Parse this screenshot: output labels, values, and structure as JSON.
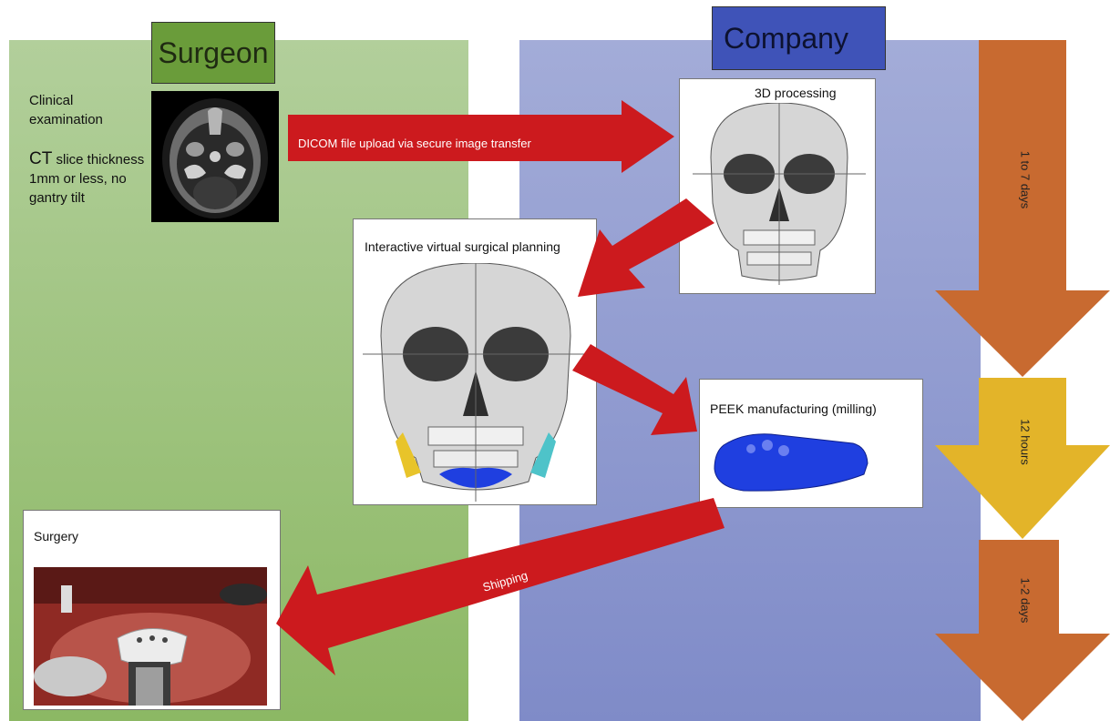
{
  "lanes": {
    "surgeon": {
      "title": "Surgeon",
      "color": "#8cb864"
    },
    "company": {
      "title": "Company",
      "color": "#7f8bc8"
    }
  },
  "surgeon_notes": {
    "clinical": "Clinical examination",
    "ct_prefix": "CT",
    "ct_rest": " slice thickness 1mm or less, no gantry tilt"
  },
  "steps": {
    "upload": "DICOM file upload via secure image transfer",
    "processing": "3D processing",
    "planning": "Interactive virtual surgical planning",
    "manufacturing": "PEEK manufacturing (milling)",
    "shipping": "Shipping",
    "surgery": "Surgery"
  },
  "durations": [
    {
      "label": "1 to 7 days",
      "color": "#c86a30"
    },
    {
      "label": "12 hours",
      "color": "#e3b429"
    },
    {
      "label": "1-2 days",
      "color": "#c86a30"
    }
  ],
  "colors": {
    "flow_arrow": "#cc1a1e",
    "implant_blue": "#1f3fe0"
  }
}
